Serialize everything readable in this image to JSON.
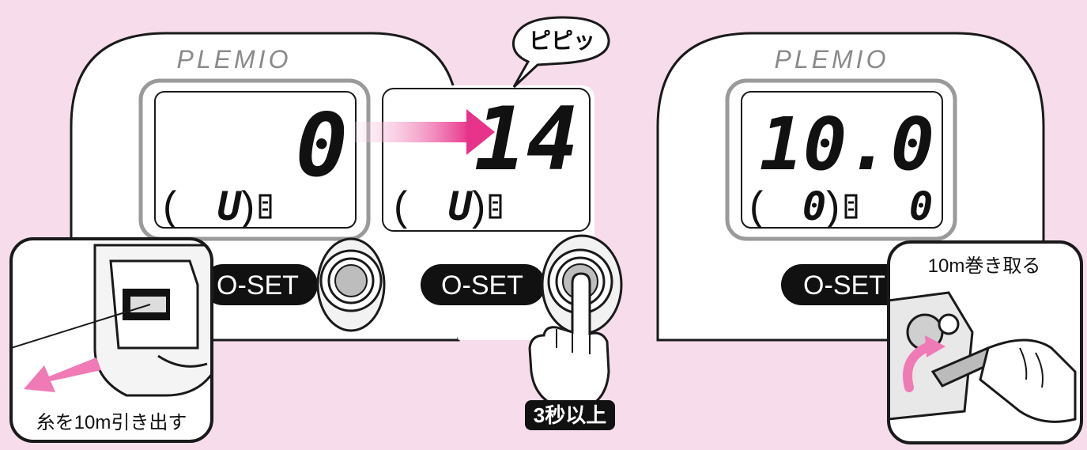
{
  "brand": "PLEMIO",
  "panel_left": {
    "main_value": "0",
    "sub_left": "U",
    "button_label": "O-SET"
  },
  "panel_middle": {
    "main_value": "14",
    "sub_left": "U",
    "button_label": "O-SET",
    "beep": "ピピッ",
    "hold_badge": "3秒以上"
  },
  "panel_right": {
    "main_value": "10.0",
    "sub_left": "0",
    "sub_right": "0",
    "button_label": "O-SET"
  },
  "inset_left": {
    "caption": "糸を10m引き出す"
  },
  "inset_right": {
    "caption": "10m巻き取る"
  },
  "colors": {
    "accent_pink": "#e8338a",
    "arrow_pink": "#f07ab5",
    "background": "#f7dceb"
  }
}
